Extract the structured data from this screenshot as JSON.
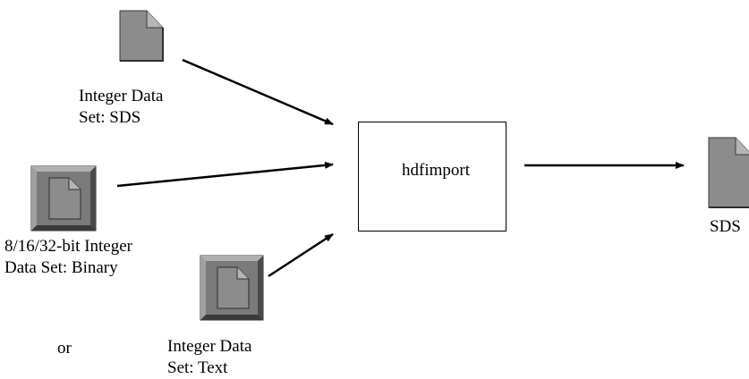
{
  "process": {
    "label": "hdfimport"
  },
  "inputs": [
    {
      "line1": "Integer Data",
      "line2": "Set: SDS"
    },
    {
      "line1": "8/16/32-bit Integer",
      "line2": "Data Set: Binary"
    },
    {
      "line1": "Integer Data",
      "line2": "Set: Text"
    }
  ],
  "separator": "or",
  "output": {
    "label": "SDS"
  },
  "icons": {
    "plain_document": "document-icon",
    "framed_document": "framed-document-icon"
  },
  "colors": {
    "icon_face": "#8c8c8c",
    "icon_dark": "#404040",
    "icon_frame": "#7a7a7a",
    "line": "#000000"
  }
}
